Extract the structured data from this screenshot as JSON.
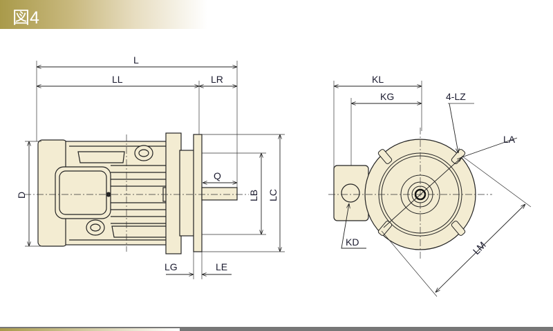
{
  "header": {
    "title": "図4"
  },
  "side_view": {
    "labels": {
      "L": "L",
      "LL": "LL",
      "LR": "LR",
      "D": "D",
      "Q": "Q",
      "LB": "LB",
      "LC": "LC",
      "LG": "LG",
      "LE": "LE"
    }
  },
  "front_view": {
    "labels": {
      "KL": "KL",
      "KG": "KG",
      "LZ": "4-LZ",
      "LA": "LA",
      "KD": "KD",
      "LM": "LM"
    }
  },
  "colors": {
    "header_gold": "#a99a4a",
    "body_fill": "#f3ecd2"
  }
}
